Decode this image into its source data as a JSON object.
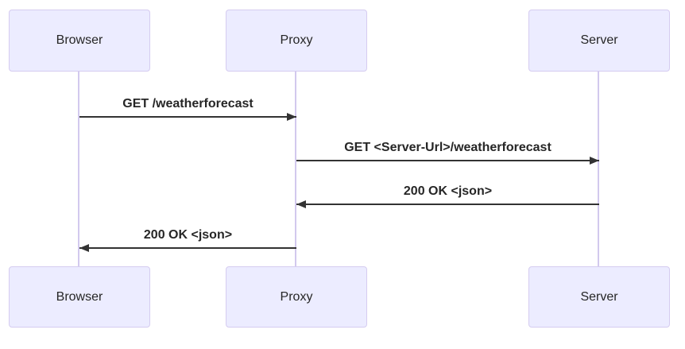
{
  "diagram": {
    "type": "sequence",
    "actors": [
      {
        "name": "Browser"
      },
      {
        "name": "Proxy"
      },
      {
        "name": "Server"
      }
    ],
    "messages": [
      {
        "from": "Browser",
        "to": "Proxy",
        "direction": "right",
        "label": "GET /weatherforecast"
      },
      {
        "from": "Proxy",
        "to": "Server",
        "direction": "right",
        "label": "GET <Server-Url>/weatherforecast"
      },
      {
        "from": "Server",
        "to": "Proxy",
        "direction": "left",
        "label": "200 OK <json>"
      },
      {
        "from": "Proxy",
        "to": "Browser",
        "direction": "left",
        "label": "200 OK <json>"
      }
    ],
    "colors": {
      "actor_fill": "#ECECFF",
      "actor_border": "#D5CCF0",
      "lifeline": "#D2C9EE",
      "arrow": "#333333",
      "text": "#262626"
    }
  }
}
